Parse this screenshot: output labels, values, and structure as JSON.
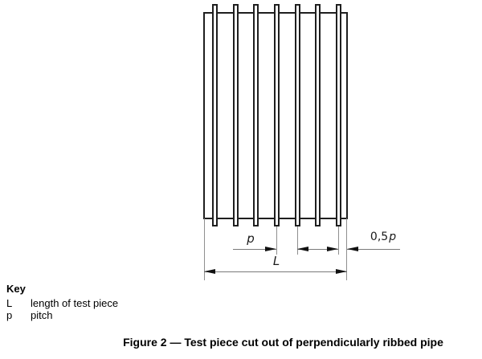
{
  "diagram": {
    "rib_count": 7,
    "labels": {
      "pitch_symbol": "p",
      "length_symbol": "L",
      "half_pitch_prefix": "0,5",
      "half_pitch_symbol": "p"
    },
    "colors": {
      "outline": "#1f1f1f",
      "dim_line": "#7a7a7a",
      "arrow": "#111111"
    }
  },
  "key": {
    "title": "Key",
    "entries": [
      {
        "symbol": "L",
        "description": "length of test piece"
      },
      {
        "symbol": "p",
        "description": "pitch"
      }
    ]
  },
  "caption": "Figure 2 — Test piece cut out of perpendicularly ribbed pipe"
}
